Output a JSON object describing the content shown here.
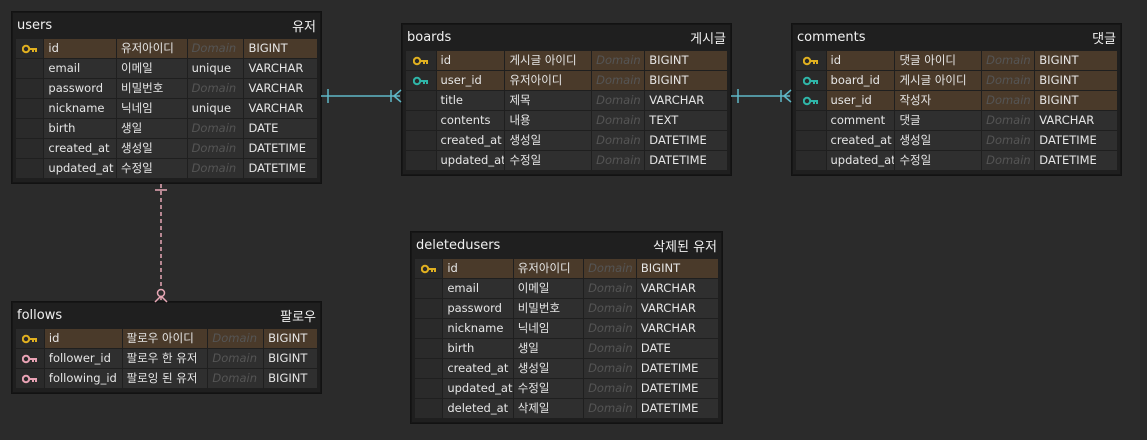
{
  "tables": {
    "users": {
      "name": "users",
      "label": "유저",
      "columns": [
        {
          "name": "id",
          "comment": "유저아이디",
          "domain": "Domain",
          "type": "BIGINT",
          "key": "pk"
        },
        {
          "name": "email",
          "comment": "이메일",
          "domain": "unique",
          "type": "VARCHAR",
          "key": ""
        },
        {
          "name": "password",
          "comment": "비밀번호",
          "domain": "Domain",
          "type": "VARCHAR",
          "key": ""
        },
        {
          "name": "nickname",
          "comment": "닉네임",
          "domain": "unique",
          "type": "VARCHAR",
          "key": ""
        },
        {
          "name": "birth",
          "comment": "생일",
          "domain": "Domain",
          "type": "DATE",
          "key": ""
        },
        {
          "name": "created_at",
          "comment": "생성일",
          "domain": "Domain",
          "type": "DATETIME",
          "key": ""
        },
        {
          "name": "updated_at",
          "comment": "수정일",
          "domain": "Domain",
          "type": "DATETIME",
          "key": ""
        }
      ]
    },
    "boards": {
      "name": "boards",
      "label": "게시글",
      "columns": [
        {
          "name": "id",
          "comment": "게시글 아이디",
          "domain": "Domain",
          "type": "BIGINT",
          "key": "pk"
        },
        {
          "name": "user_id",
          "comment": "유저아이디",
          "domain": "Domain",
          "type": "BIGINT",
          "key": "fk"
        },
        {
          "name": "title",
          "comment": "제목",
          "domain": "Domain",
          "type": "VARCHAR",
          "key": ""
        },
        {
          "name": "contents",
          "comment": "내용",
          "domain": "Domain",
          "type": "TEXT",
          "key": ""
        },
        {
          "name": "created_at",
          "comment": "생성일",
          "domain": "Domain",
          "type": "DATETIME",
          "key": ""
        },
        {
          "name": "updated_at",
          "comment": "수정일",
          "domain": "Domain",
          "type": "DATETIME",
          "key": ""
        }
      ]
    },
    "comments": {
      "name": "comments",
      "label": "댓글",
      "columns": [
        {
          "name": "id",
          "comment": "댓글 아이디",
          "domain": "Domain",
          "type": "BIGINT",
          "key": "pk"
        },
        {
          "name": "board_id",
          "comment": "게시글 아이디",
          "domain": "Domain",
          "type": "BIGINT",
          "key": "fk"
        },
        {
          "name": "user_id",
          "comment": "작성자",
          "domain": "Domain",
          "type": "BIGINT",
          "key": "fk"
        },
        {
          "name": "comment",
          "comment": "댓글",
          "domain": "Domain",
          "type": "VARCHAR",
          "key": ""
        },
        {
          "name": "created_at",
          "comment": "생성일",
          "domain": "Domain",
          "type": "DATETIME",
          "key": ""
        },
        {
          "name": "updated_at",
          "comment": "수정일",
          "domain": "Domain",
          "type": "DATETIME",
          "key": ""
        }
      ]
    },
    "follows": {
      "name": "follows",
      "label": "팔로우",
      "columns": [
        {
          "name": "id",
          "comment": "팔로우 아이디",
          "domain": "Domain",
          "type": "BIGINT",
          "key": "pk"
        },
        {
          "name": "follower_id",
          "comment": "팔로우 한 유저",
          "domain": "Domain",
          "type": "BIGINT",
          "key": "fk-pink"
        },
        {
          "name": "following_id",
          "comment": "팔로잉 된 유저",
          "domain": "Domain",
          "type": "BIGINT",
          "key": "fk-pink"
        }
      ]
    },
    "deletedusers": {
      "name": "deletedusers",
      "label": "삭제된 유저",
      "columns": [
        {
          "name": "id",
          "comment": "유저아이디",
          "domain": "Domain",
          "type": "BIGINT",
          "key": "pk"
        },
        {
          "name": "email",
          "comment": "이메일",
          "domain": "Domain",
          "type": "VARCHAR",
          "key": ""
        },
        {
          "name": "password",
          "comment": "비밀번호",
          "domain": "Domain",
          "type": "VARCHAR",
          "key": ""
        },
        {
          "name": "nickname",
          "comment": "닉네임",
          "domain": "Domain",
          "type": "VARCHAR",
          "key": ""
        },
        {
          "name": "birth",
          "comment": "생일",
          "domain": "Domain",
          "type": "DATE",
          "key": ""
        },
        {
          "name": "created_at",
          "comment": "생성일",
          "domain": "Domain",
          "type": "DATETIME",
          "key": ""
        },
        {
          "name": "updated_at",
          "comment": "수정일",
          "domain": "Domain",
          "type": "DATETIME",
          "key": ""
        },
        {
          "name": "deleted_at",
          "comment": "삭제일",
          "domain": "Domain",
          "type": "DATETIME",
          "key": ""
        }
      ]
    }
  },
  "colors": {
    "pk_key": "#e0b020",
    "fk_key": "#2fb5a8",
    "fk_pink_key": "#e8a2b4",
    "link_teal": "#5fb8c8",
    "link_pink": "#e8a8b6"
  }
}
